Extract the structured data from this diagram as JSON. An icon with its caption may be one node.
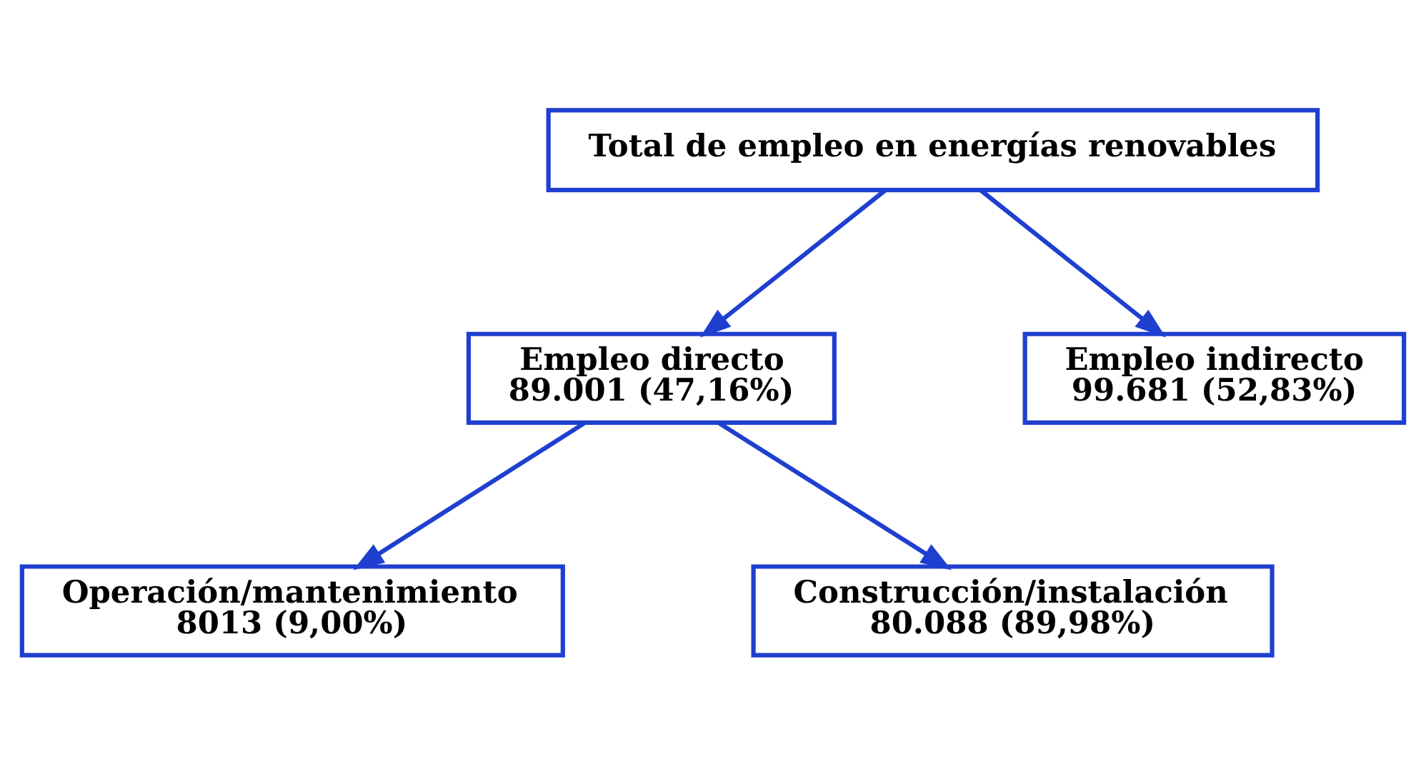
{
  "diagram": {
    "nodes": [
      {
        "text": [
          "Total de empleo en energías renovables"
        ]
      },
      {
        "text": [
          "Empleo directo",
          "89.001 (47,16%)"
        ]
      },
      {
        "text": [
          "Empleo indirecto",
          "99.681 (52,83%)"
        ]
      },
      {
        "text": [
          "Operación/mantenimiento",
          "8013 (9,00%)"
        ]
      },
      {
        "text": [
          "Construcción/instalación",
          "80.088 (89,98%)"
        ]
      }
    ],
    "edges": [
      {
        "from": 0,
        "to": 1,
        "arrow": "to"
      },
      {
        "from": 0,
        "to": 2,
        "arrow": "to"
      },
      {
        "from": 1,
        "to": 3,
        "arrow": "to"
      },
      {
        "from": 1,
        "to": 4,
        "arrow": "to"
      }
    ]
  }
}
